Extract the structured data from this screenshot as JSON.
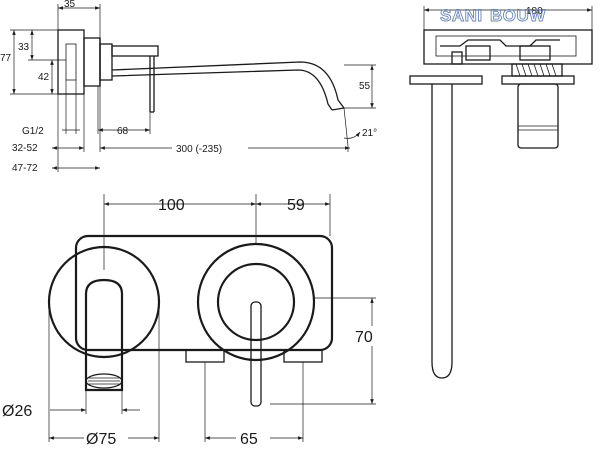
{
  "side_view": {
    "dim_top": "35",
    "dim_left_total": "77",
    "dim_left_upper": "33",
    "dim_left_lower": "42",
    "dim_right_drop": "55",
    "dim_thread": "G1/2",
    "dim_width_68": "68",
    "dim_range_a": "32-52",
    "dim_range_b": "47-72",
    "dim_reach": "300 (-235)",
    "dim_angle": "21°"
  },
  "top_view": {
    "dim_depth": "180",
    "watermark_line1": "SANI",
    "watermark_line2": "BOUW"
  },
  "front_view": {
    "dim_spacing": "100",
    "dim_offset": "59",
    "dim_height": "70",
    "dim_spout_dia": "Ø26",
    "dim_rosette_dia": "Ø75",
    "dim_lever_dist": "65"
  },
  "colors": {
    "line": "#1a1a1a",
    "watermark": "#6a86b8"
  }
}
